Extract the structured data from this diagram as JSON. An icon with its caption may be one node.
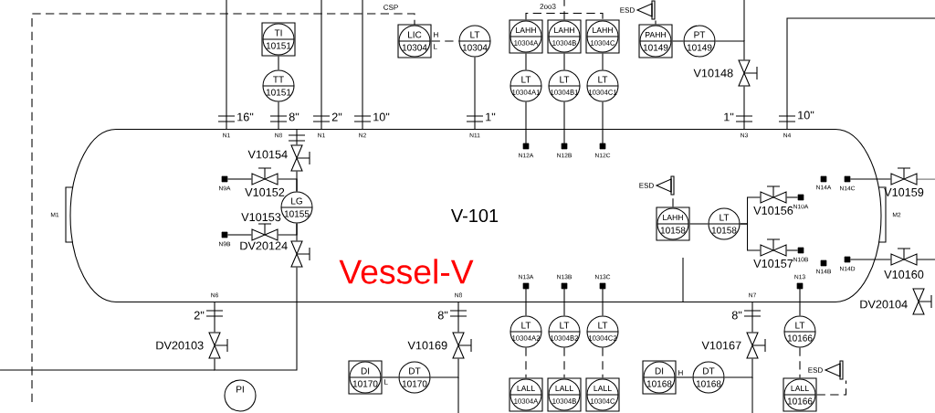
{
  "diagram": {
    "nodes": [
      {
        "text": [
          "V-101"
        ]
      },
      {
        "text": [
          "TI",
          "10151"
        ]
      },
      {
        "text": [
          "TT",
          "10151"
        ]
      },
      {
        "text": [
          "LIC",
          "10304"
        ],
        "beside": [
          "H",
          "L"
        ]
      },
      {
        "text": [
          "LT",
          "10304"
        ]
      },
      {
        "text": [
          "LAHH",
          "10304A"
        ]
      },
      {
        "text": [
          "LAHH",
          "10304B"
        ]
      },
      {
        "text": [
          "LAHH",
          "10304C"
        ]
      },
      {
        "text": [
          "LT",
          "10304A1"
        ]
      },
      {
        "text": [
          "LT",
          "10304B1"
        ]
      },
      {
        "text": [
          "LT",
          "10304C1"
        ]
      },
      {
        "text": [
          "ESD"
        ]
      },
      {
        "text": [
          "PAHH",
          "10149"
        ]
      },
      {
        "text": [
          "PT",
          "10149"
        ]
      },
      {
        "text": [],
        "shape": "valve",
        "beside": [
          "V10148"
        ]
      },
      {
        "text": [],
        "shape": "valve",
        "beside": [
          "V10154"
        ],
        "in": 0
      },
      {
        "text": [],
        "shape": "valve",
        "beside": [
          "V10152"
        ],
        "in": 0
      },
      {
        "text": [
          "LG",
          "10155"
        ],
        "in": 0
      },
      {
        "text": [],
        "shape": "valve",
        "beside": [
          "V10153"
        ],
        "in": 0
      },
      {
        "text": [],
        "shape": "valve",
        "beside": [
          "DV20124"
        ],
        "in": 0
      },
      {
        "text": [
          "ESD"
        ],
        "in": 0
      },
      {
        "text": [
          "LAHH",
          "10158"
        ],
        "in": 0
      },
      {
        "text": [
          "LT",
          "10158"
        ],
        "in": 0
      },
      {
        "text": [],
        "shape": "valve",
        "beside": [
          "V10156"
        ],
        "in": 0
      },
      {
        "text": [],
        "shape": "valve",
        "beside": [
          "V10157"
        ],
        "in": 0
      },
      {
        "text": [],
        "shape": "valve",
        "beside": [
          "V10159"
        ]
      },
      {
        "text": [],
        "shape": "valve",
        "beside": [
          "V10160"
        ]
      },
      {
        "text": [],
        "shape": "valve",
        "beside": [
          "DV20103"
        ]
      },
      {
        "text": [],
        "shape": "valve",
        "beside": [
          "V10169"
        ]
      },
      {
        "text": [],
        "shape": "valve",
        "beside": [
          "V10167"
        ]
      },
      {
        "text": [],
        "shape": "valve",
        "beside": [
          "DV20104"
        ]
      },
      {
        "text": [
          "LT",
          "10304A2"
        ]
      },
      {
        "text": [
          "LT",
          "10304B2"
        ]
      },
      {
        "text": [
          "LT",
          "10304C2"
        ]
      },
      {
        "text": [
          "DI",
          "10170"
        ],
        "beside": [
          "L"
        ]
      },
      {
        "text": [
          "DT",
          "10170"
        ]
      },
      {
        "text": [
          "DI",
          "10168"
        ],
        "beside": [
          "H"
        ]
      },
      {
        "text": [
          "DT",
          "10168"
        ]
      },
      {
        "text": [
          "LT",
          "10166"
        ]
      },
      {
        "text": [
          "ESD"
        ]
      },
      {
        "text": [
          "LALL",
          "10304A"
        ]
      },
      {
        "text": [
          "LALL",
          "10304B"
        ]
      },
      {
        "text": [
          "LALL",
          "10304C"
        ]
      },
      {
        "text": [
          "LALL",
          "10166"
        ]
      },
      {
        "text": [
          "PI"
        ]
      },
      {
        "text": [
          "N9A"
        ],
        "in": 0
      },
      {
        "text": [
          "N9B"
        ],
        "in": 0
      },
      {
        "text": [
          "N10A"
        ],
        "in": 0
      },
      {
        "text": [
          "N10B"
        ],
        "in": 0
      },
      {
        "text": [
          "N14C"
        ],
        "in": 0
      },
      {
        "text": [
          "N14D"
        ],
        "in": 0
      }
    ],
    "edges": [
      {
        "from": 1,
        "to": 2,
        "arrow": "none"
      },
      {
        "from": 2,
        "to": 0,
        "arrow": "none"
      },
      {
        "from": 3,
        "to": 4,
        "arrow": "none",
        "style": "dashed"
      },
      {
        "from": 4,
        "to": 0,
        "arrow": "none"
      },
      {
        "from": 5,
        "to": 8,
        "arrow": "none"
      },
      {
        "from": 6,
        "to": 9,
        "arrow": "none"
      },
      {
        "from": 7,
        "to": 10,
        "arrow": "none"
      },
      {
        "from": 8,
        "to": 0,
        "arrow": "none"
      },
      {
        "from": 9,
        "to": 0,
        "arrow": "none"
      },
      {
        "from": 10,
        "to": 0,
        "arrow": "none"
      },
      {
        "from": 12,
        "to": 11,
        "arrow": "none",
        "style": "dashed"
      },
      {
        "from": 12,
        "to": 13,
        "arrow": "none"
      },
      {
        "from": 13,
        "to": 14,
        "arrow": "none"
      },
      {
        "from": 14,
        "to": 0,
        "arrow": "none"
      },
      {
        "from": 15,
        "to": 0,
        "arrow": "none"
      },
      {
        "from": 15,
        "to": 17,
        "arrow": "none"
      },
      {
        "from": 16,
        "to": 17,
        "arrow": "none"
      },
      {
        "from": 18,
        "to": 17,
        "arrow": "none"
      },
      {
        "from": 17,
        "to": 19,
        "arrow": "none"
      },
      {
        "from": 21,
        "to": 20,
        "arrow": "none",
        "style": "dashed"
      },
      {
        "from": 21,
        "to": 22,
        "arrow": "none"
      },
      {
        "from": 22,
        "to": 23,
        "arrow": "none"
      },
      {
        "from": 22,
        "to": 24,
        "arrow": "none"
      },
      {
        "from": 31,
        "to": 0,
        "arrow": "none"
      },
      {
        "from": 32,
        "to": 0,
        "arrow": "none"
      },
      {
        "from": 33,
        "to": 0,
        "arrow": "none"
      },
      {
        "from": 31,
        "to": 40,
        "arrow": "none",
        "style": "dashed"
      },
      {
        "from": 32,
        "to": 41,
        "arrow": "none",
        "style": "dashed"
      },
      {
        "from": 33,
        "to": 42,
        "arrow": "none",
        "style": "dashed"
      },
      {
        "from": 27,
        "to": 0,
        "arrow": "none"
      },
      {
        "from": 28,
        "to": 0,
        "arrow": "none"
      },
      {
        "from": 34,
        "to": 35,
        "arrow": "none"
      },
      {
        "from": 35,
        "to": 28,
        "arrow": "none"
      },
      {
        "from": 29,
        "to": 0,
        "arrow": "none"
      },
      {
        "from": 36,
        "to": 37,
        "arrow": "none"
      },
      {
        "from": 37,
        "to": 29,
        "arrow": "none"
      },
      {
        "from": 38,
        "to": 0,
        "arrow": "none"
      },
      {
        "from": 38,
        "to": 43,
        "arrow": "none",
        "style": "dashed"
      },
      {
        "from": 43,
        "to": 39,
        "arrow": "none",
        "style": "dashed"
      },
      {
        "from": 19,
        "to": 27,
        "arrow": "none"
      },
      {
        "from": 5,
        "to": 7,
        "arrow": "none",
        "style": "dashed",
        "label": "2oo3"
      },
      {
        "from": 6,
        "to": null,
        "arrow": "none",
        "style": "dashed"
      },
      {
        "from": 16,
        "to": 45,
        "arrow": "none"
      },
      {
        "from": 18,
        "to": 46,
        "arrow": "none"
      },
      {
        "from": 23,
        "to": 47,
        "arrow": "none"
      },
      {
        "from": 24,
        "to": 48,
        "arrow": "none"
      },
      {
        "from": 25,
        "to": 49,
        "arrow": "none"
      },
      {
        "from": 26,
        "to": 50,
        "arrow": "none"
      }
    ],
    "labels": [
      "16\"",
      "8\"",
      "2\"",
      "10\"",
      "1\"",
      "1\"",
      "10\"",
      "CSP",
      "N1",
      "N8",
      "N1",
      "N2",
      "N11",
      "N3",
      "N4",
      "N12A",
      "N12B",
      "N12C",
      "M1",
      "N14A",
      "M2",
      "N14B",
      "N13A",
      "N13B",
      "N13C",
      "N13",
      "N6",
      "2\"",
      "N8",
      "8\"",
      "N7",
      "8\"",
      "Vessel-V"
    ]
  }
}
